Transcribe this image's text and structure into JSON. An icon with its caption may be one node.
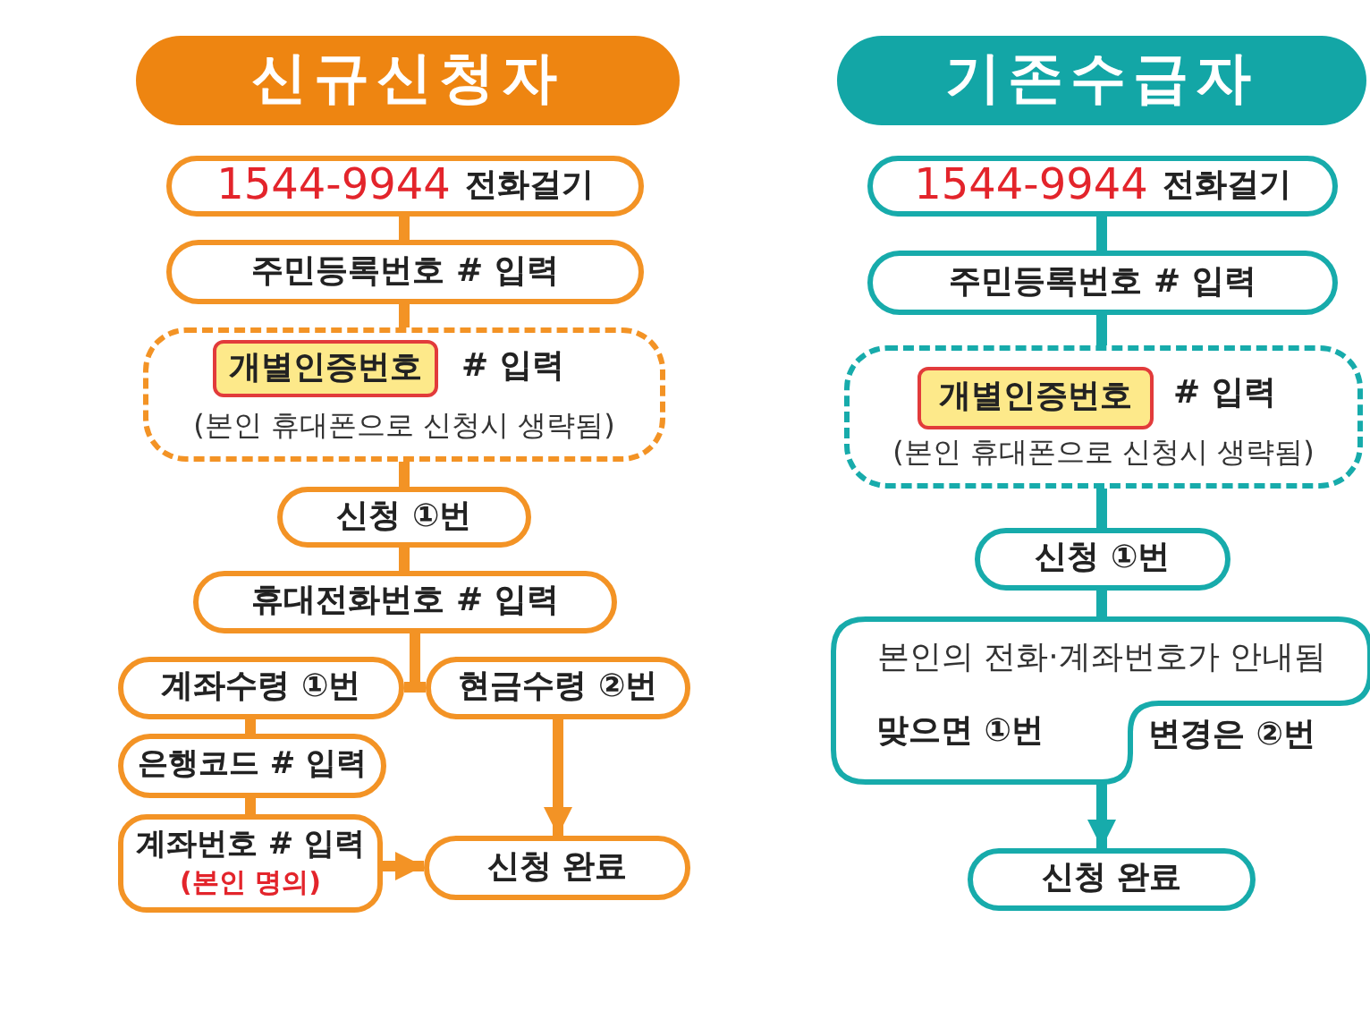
{
  "diagram": {
    "nodes": [
      {
        "text": [
          "신규신청자"
        ]
      },
      {
        "text": [
          "1544-9944",
          "전화걸기"
        ]
      },
      {
        "text": [
          "주민등록번호 # 입력"
        ]
      },
      {
        "text": [
          "# 입력",
          "(본인 휴대폰으로 신청시 생략됨)"
        ]
      },
      {
        "text": [
          "개별인증번호"
        ],
        "in": 3
      },
      {
        "text": [
          "신청 ①번"
        ]
      },
      {
        "text": [
          "휴대전화번호 # 입력"
        ]
      },
      {
        "text": [
          "계좌수령 ①번"
        ]
      },
      {
        "text": [
          "현금수령 ②번"
        ]
      },
      {
        "text": [
          "은행코드 # 입력"
        ]
      },
      {
        "text": [
          "계좌번호 # 입력",
          "(본인 명의)"
        ]
      },
      {
        "text": [
          "신청 완료"
        ]
      },
      {
        "text": [
          "기존수급자"
        ]
      },
      {
        "text": [
          "1544-9944",
          "전화걸기"
        ]
      },
      {
        "text": [
          "주민등록번호 # 입력"
        ]
      },
      {
        "text": [
          "# 입력",
          "(본인 휴대폰으로 신청시 생략됨)"
        ]
      },
      {
        "text": [
          "개별인증번호"
        ],
        "in": 15
      },
      {
        "text": [
          "신청 ①번"
        ]
      },
      {
        "text": [
          "본인의 전화·계좌번호가 안내됨",
          "맞으면 ①번"
        ],
        "beside": [
          "변경은 ②번"
        ]
      },
      {
        "text": [
          "신청 완료"
        ]
      }
    ],
    "edges": [
      {
        "from": 1,
        "to": 2,
        "arrow": "none"
      },
      {
        "from": 2,
        "to": 3,
        "arrow": "none"
      },
      {
        "from": 3,
        "to": 5,
        "arrow": "none"
      },
      {
        "from": 5,
        "to": 6,
        "arrow": "none"
      },
      {
        "from": 6,
        "to": 7,
        "arrow": "none"
      },
      {
        "from": 6,
        "to": 8,
        "arrow": "none"
      },
      {
        "from": 7,
        "to": 9,
        "arrow": "none"
      },
      {
        "from": 9,
        "to": 10,
        "arrow": "none"
      },
      {
        "from": 10,
        "to": 11,
        "arrow": "to"
      },
      {
        "from": 8,
        "to": 11,
        "arrow": "to"
      },
      {
        "from": 13,
        "to": 14,
        "arrow": "none",
        "color": "#17abab"
      },
      {
        "from": 14,
        "to": 15,
        "arrow": "none",
        "color": "#17abab"
      },
      {
        "from": 15,
        "to": 17,
        "arrow": "none",
        "color": "#17abab"
      },
      {
        "from": 17,
        "to": 18,
        "arrow": "none",
        "color": "#17abab"
      },
      {
        "from": 18,
        "to": 19,
        "arrow": "to",
        "color": "#17abab"
      }
    ]
  }
}
